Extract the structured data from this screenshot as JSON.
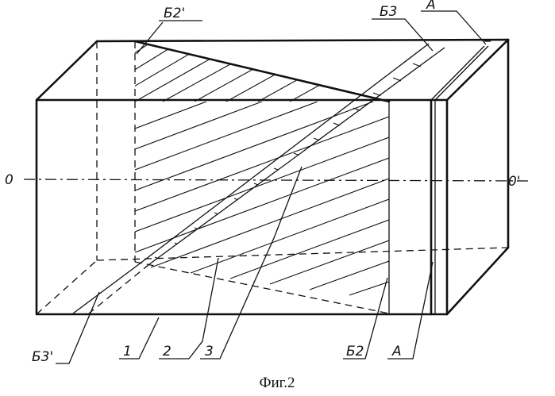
{
  "labels": {
    "b2_prime": "Б2'",
    "b3": "Б3",
    "a_top": "А",
    "axis_o": "0",
    "axis_o_prime": "0'",
    "b3_prime": "Б3'",
    "n1": "1",
    "n2": "2",
    "n3": "3",
    "b2": "Б2",
    "a_bottom": "А"
  },
  "caption": "Фиг.2"
}
